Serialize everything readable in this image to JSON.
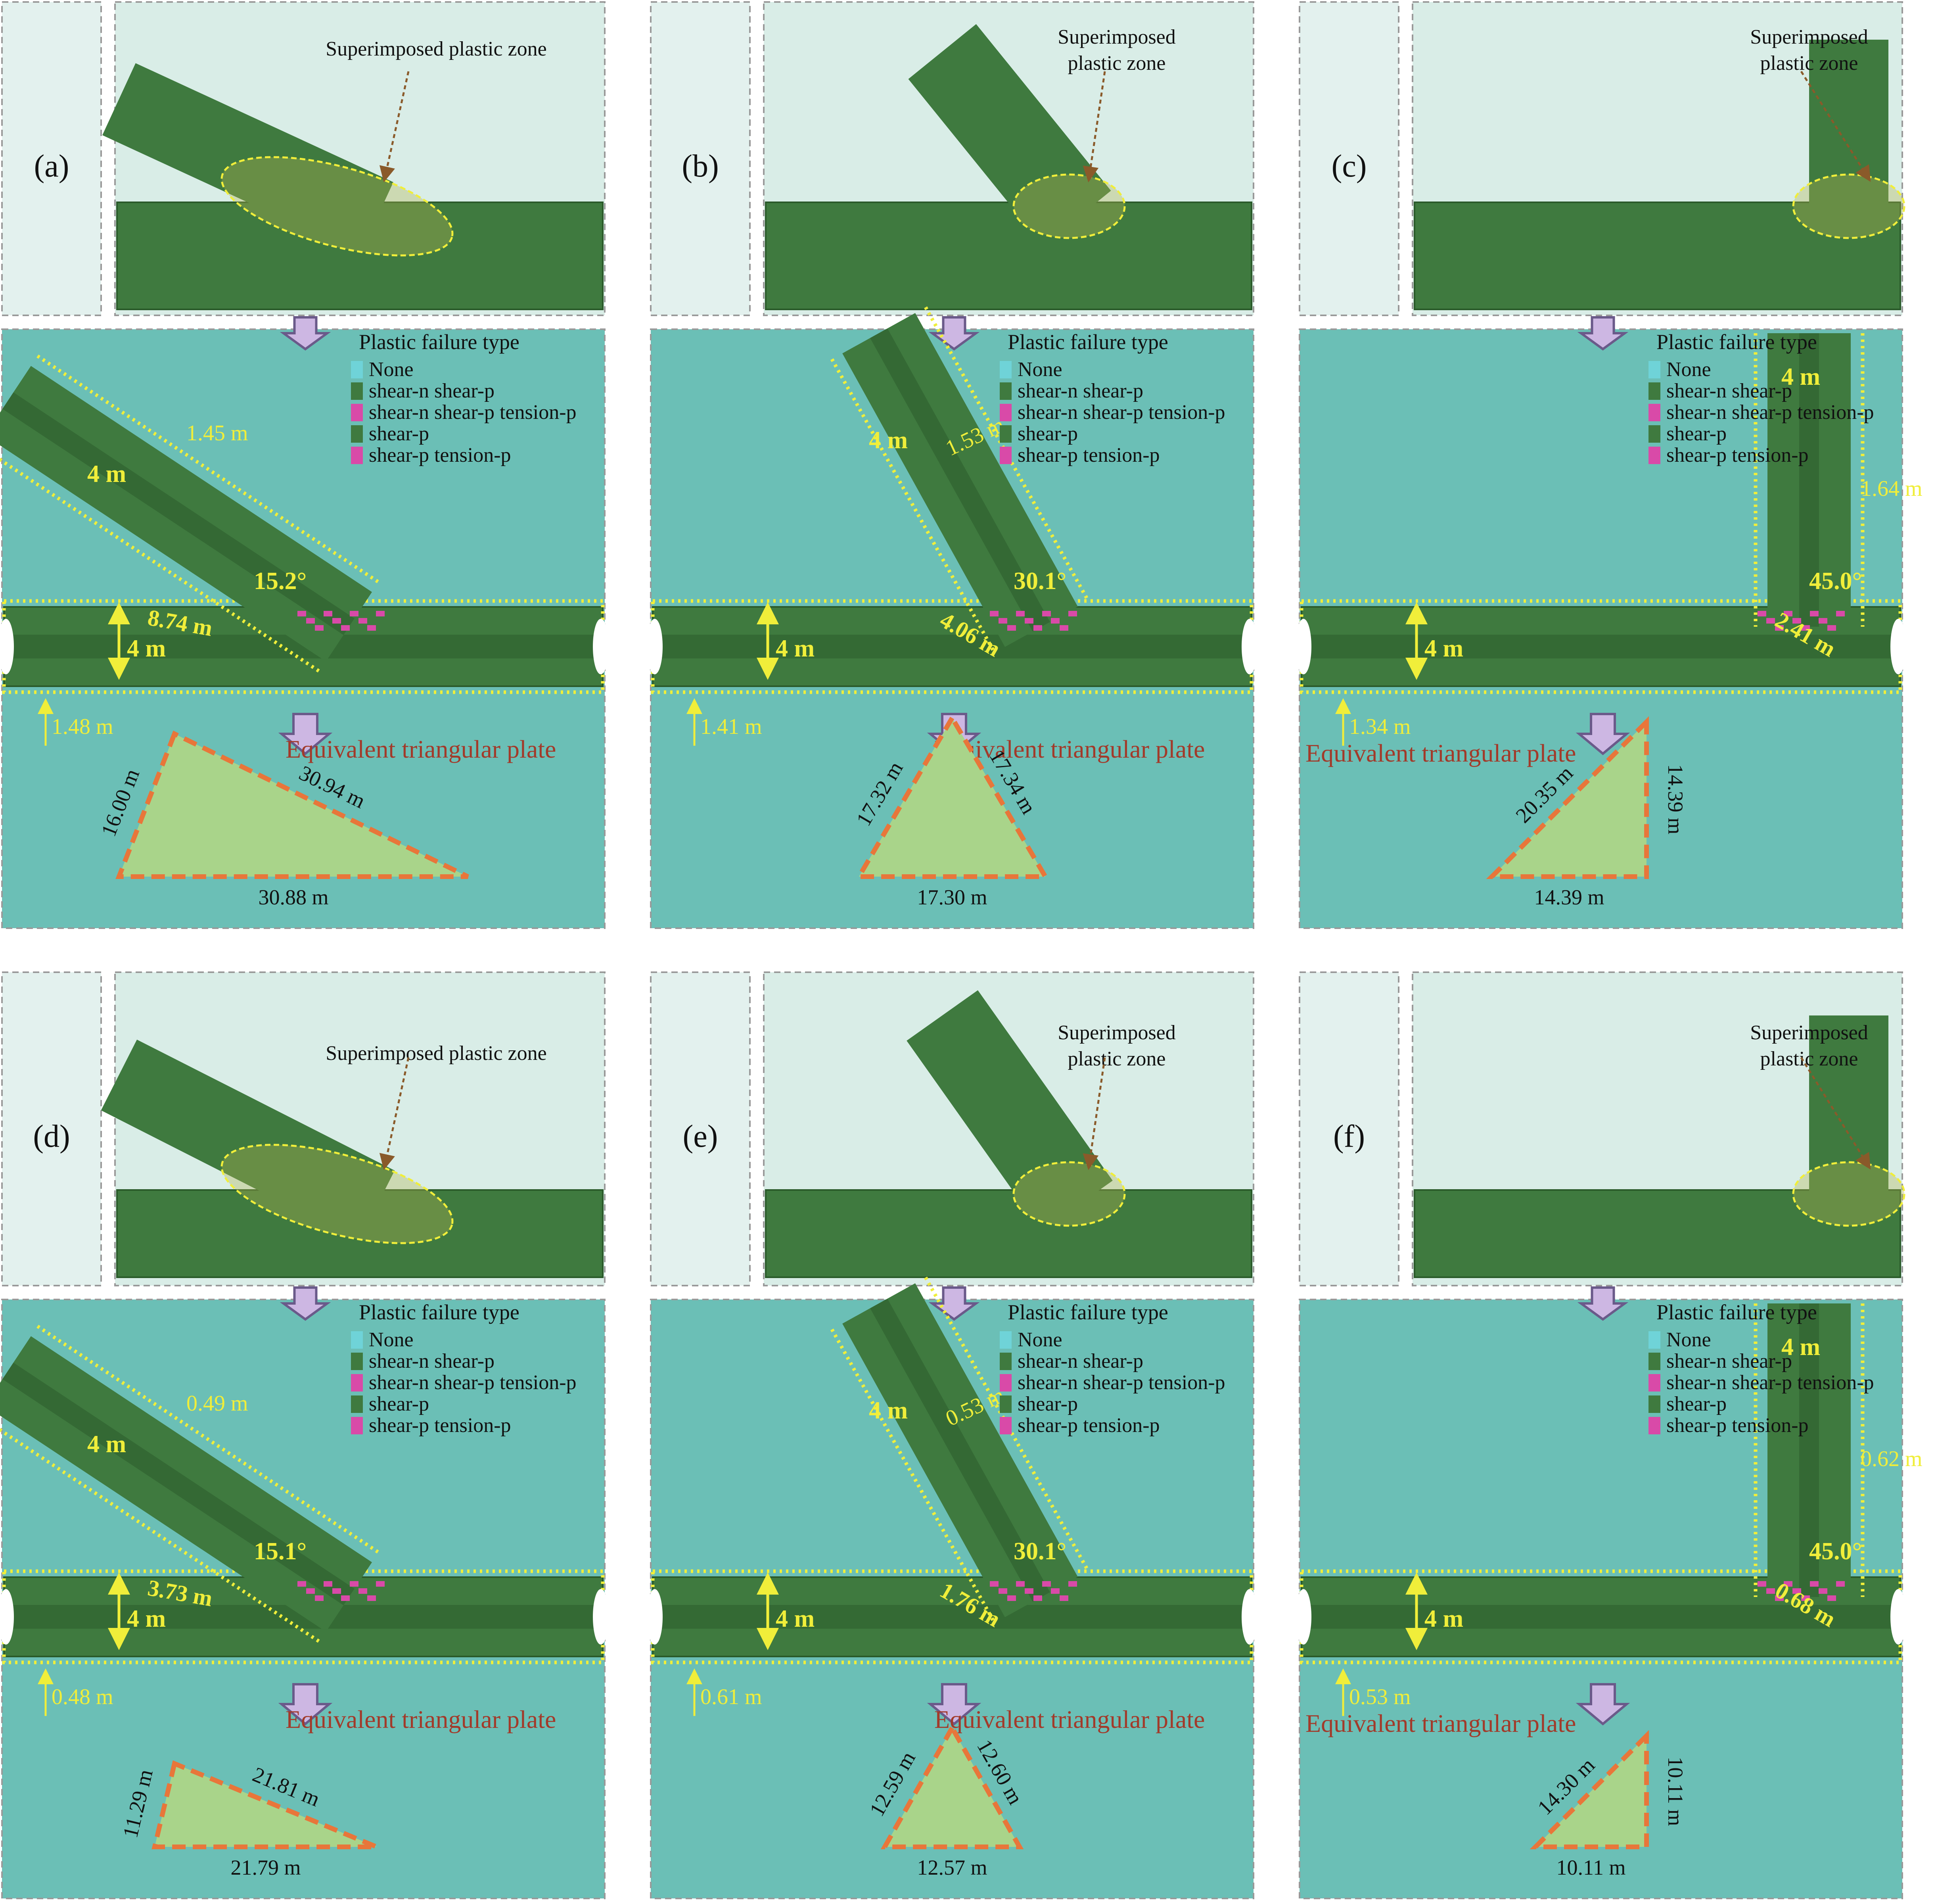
{
  "colors": {
    "background_3d": "#d9ede7",
    "background_section": "#6bbfb6",
    "tunnel_green": "#3f7a3f",
    "tunnel_dark": "#2a5a2a",
    "plastic_yellow": "#f0ee3a",
    "pink_failure": "#d94aa8",
    "plate_fill": "#a9d48a",
    "plate_edge": "#e8763a",
    "arrow_fill": "#cdb7e3",
    "title_red": "#a23a2a"
  },
  "annotation": {
    "superimposed_oneline": "Superimposed plastic zone",
    "superimposed_line1": "Superimposed",
    "superimposed_line2": "plastic zone",
    "equivalent_plate": "Equivalent triangular plate"
  },
  "legend": {
    "title": "Plastic failure type",
    "items": [
      {
        "label": "None",
        "color": "#6fd3d8"
      },
      {
        "label": "shear-n shear-p",
        "color": "#3f7a3f"
      },
      {
        "label": "shear-n shear-p tension-p",
        "color": "#d94aa8"
      },
      {
        "label": "shear-p",
        "color": "#3f7a3f"
      },
      {
        "label": "shear-p tension-p",
        "color": "#d94aa8"
      }
    ]
  },
  "panels": [
    {
      "label": "(a)",
      "angle": "15.2°",
      "diam_branch": "4 m",
      "diam_main": "4 m",
      "thk_branch": "1.45 m",
      "thk_main": "1.48 m",
      "intersect": "8.74 m",
      "plate": {
        "left": "16.00 m",
        "right": "30.94 m",
        "base": "30.88 m"
      }
    },
    {
      "label": "(b)",
      "angle": "30.1°",
      "diam_branch": "4 m",
      "diam_main": "4 m",
      "thk_branch": "1.53 m",
      "thk_main": "1.41 m",
      "intersect": "4.06 m",
      "plate": {
        "left": "17.32 m",
        "right": "17.34 m",
        "base": "17.30 m"
      }
    },
    {
      "label": "(c)",
      "angle": "45.0°",
      "diam_branch": "4 m",
      "diam_main": "4 m",
      "thk_branch": "1.64 m",
      "thk_main": "1.34 m",
      "intersect": "2.41 m",
      "plate": {
        "left": "20.35 m",
        "right": "14.39 m",
        "base": "14.39 m"
      }
    },
    {
      "label": "(d)",
      "angle": "15.1°",
      "diam_branch": "4 m",
      "diam_main": "4 m",
      "thk_branch": "0.49 m",
      "thk_main": "0.48 m",
      "intersect": "3.73 m",
      "plate": {
        "left": "11.29 m",
        "right": "21.81 m",
        "base": "21.79 m"
      }
    },
    {
      "label": "(e)",
      "angle": "30.1°",
      "diam_branch": "4 m",
      "diam_main": "4 m",
      "thk_branch": "0.53 m",
      "thk_main": "0.61 m",
      "intersect": "1.76 m",
      "plate": {
        "left": "12.59 m",
        "right": "12.60 m",
        "base": "12.57 m"
      }
    },
    {
      "label": "(f)",
      "angle": "45.0°",
      "diam_branch": "4 m",
      "diam_main": "4 m",
      "thk_branch": "0.62 m",
      "thk_main": "0.53 m",
      "intersect": "0.68 m",
      "plate": {
        "left": "14.30 m",
        "right": "10.11 m",
        "base": "10.11 m"
      }
    }
  ]
}
